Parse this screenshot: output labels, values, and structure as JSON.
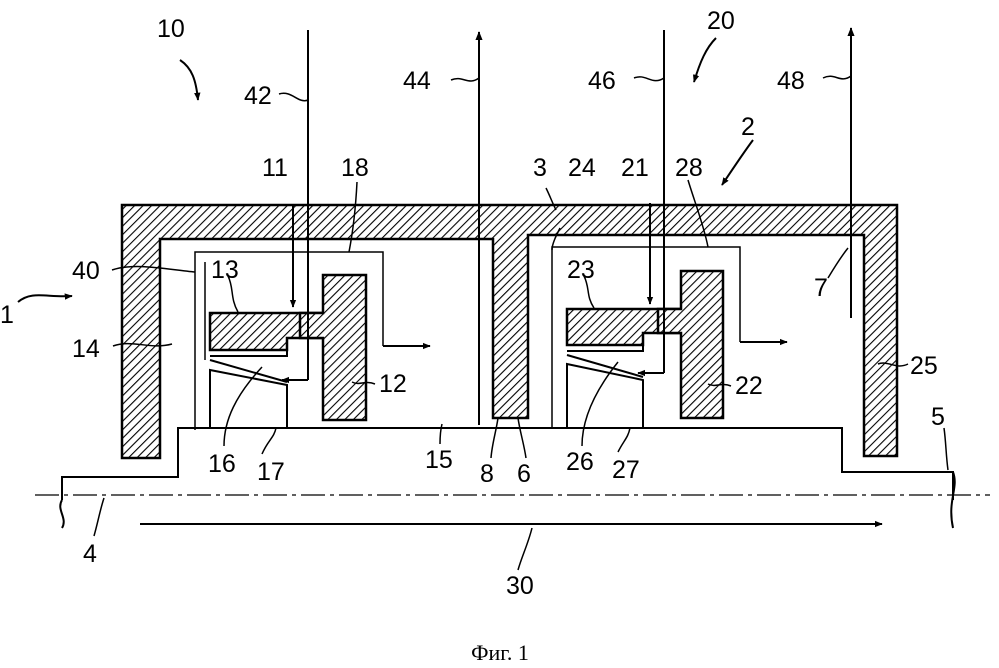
{
  "figure": {
    "caption": "Фиг. 1",
    "labels": {
      "l1": "1",
      "l2": "2",
      "l3": "3",
      "l4": "4",
      "l5": "5",
      "l6": "6",
      "l7": "7",
      "l8": "8",
      "l10": "10",
      "l11": "11",
      "l12": "12",
      "l13": "13",
      "l14": "14",
      "l15": "15",
      "l16": "16",
      "l17": "17",
      "l18": "18",
      "l20": "20",
      "l21": "21",
      "l22": "22",
      "l23": "23",
      "l24": "24",
      "l25": "25",
      "l26": "26",
      "l27": "27",
      "l28": "28",
      "l30": "30",
      "l40": "40",
      "l42": "42",
      "l44": "44",
      "l46": "46",
      "l48": "48"
    }
  }
}
